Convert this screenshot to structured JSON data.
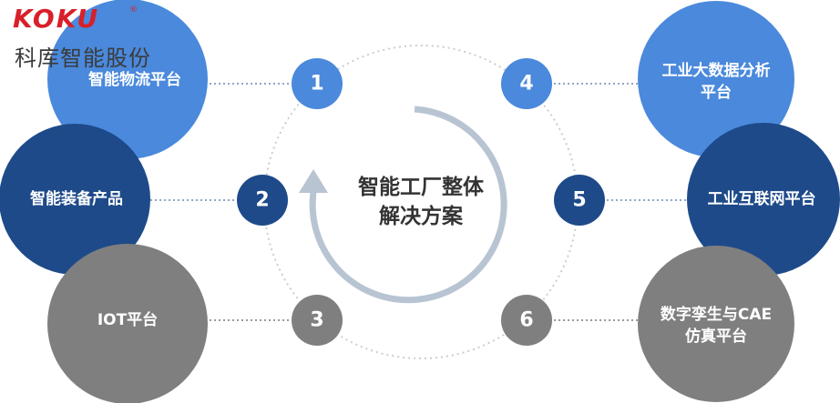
{
  "brand": {
    "logo_text": "KOKU",
    "registered_mark": "®",
    "company_name": "科库智能股份"
  },
  "center": {
    "line1": "智能工厂整体",
    "line2": "解决方案"
  },
  "nodes": [
    {
      "number": "1",
      "label_lines": [
        "智能物流平台"
      ],
      "color": "#4a89dc"
    },
    {
      "number": "2",
      "label_lines": [
        "智能装备产品"
      ],
      "color": "#1e4a8a"
    },
    {
      "number": "3",
      "label_lines": [
        "IOT平台"
      ],
      "color": "#7f7f7f"
    },
    {
      "number": "4",
      "label_lines": [
        "工业大数据分析",
        "平台"
      ],
      "color": "#4a89dc"
    },
    {
      "number": "5",
      "label_lines": [
        "工业互联网平台"
      ],
      "color": "#1e4a8a"
    },
    {
      "number": "6",
      "label_lines": [
        "数字孪生与CAE",
        "仿真平台"
      ],
      "color": "#7f7f7f"
    }
  ],
  "colors": {
    "light_blue": "#4a89dc",
    "dark_blue": "#1e4a8a",
    "gray": "#7f7f7f",
    "arrow": "#b8c4d2",
    "brand_red": "#d8202a"
  }
}
